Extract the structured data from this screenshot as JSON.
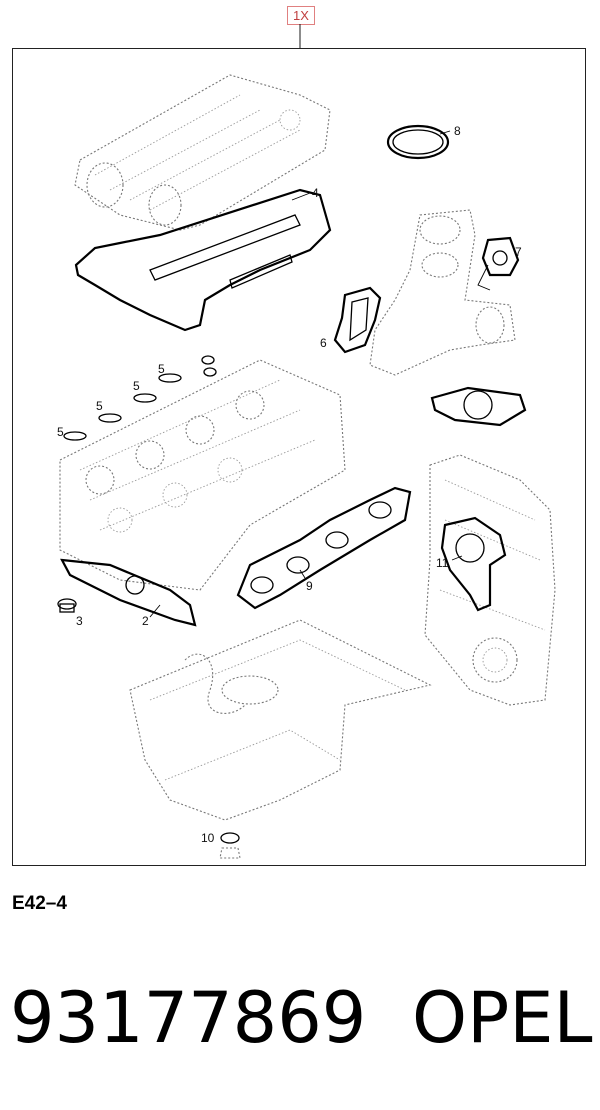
{
  "quantity_tag": "1X",
  "callouts": {
    "c2": "2",
    "c3": "3",
    "c4": "4",
    "c5a": "5",
    "c5b": "5",
    "c5c": "5",
    "c5d": "5",
    "c6": "6",
    "c7": "7",
    "c8": "8",
    "c9": "9",
    "c10": "10",
    "c11": "11"
  },
  "diagram_code": "E42–4",
  "part_number": "93177869",
  "brand": "OPEL"
}
